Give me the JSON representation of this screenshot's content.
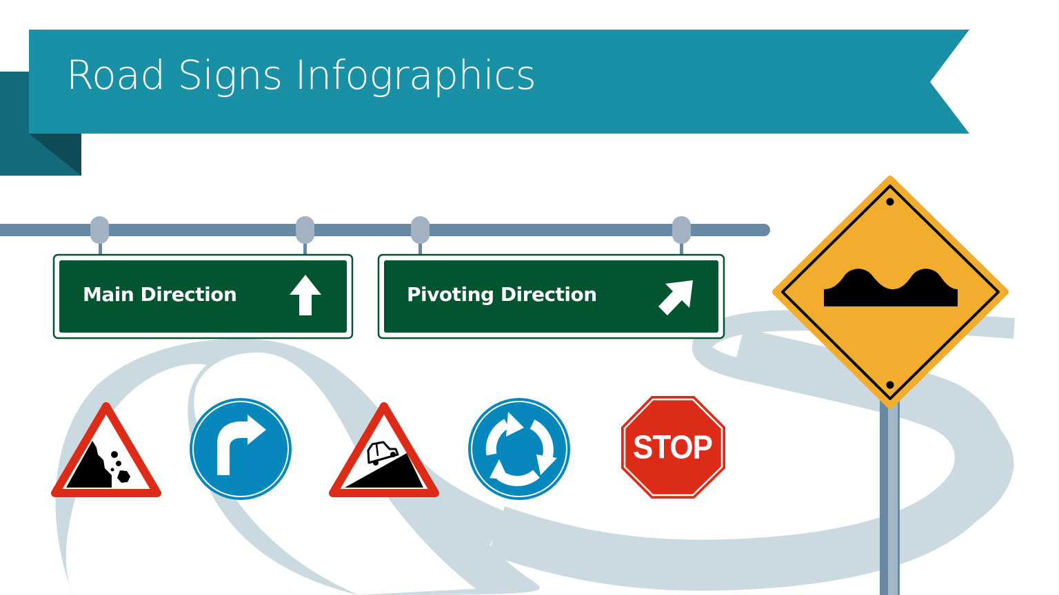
{
  "title": "Road Signs Infographics",
  "colors": {
    "banner": "#1a90a7",
    "banner_back": "#136a7a",
    "banner_fold": "#0f4b56",
    "road": "#cbd9e1",
    "gantry_bar": "#6889a3",
    "hanger": "#a3b2c2",
    "direction_sign_green": "#03552f",
    "warning_red": "#dc2b16",
    "mandatory_blue": "#0788bd",
    "caution_yellow": "#f2ad2e",
    "pole_dark": "#6889a3",
    "pole_light": "#a3b8c7"
  },
  "gantry": {
    "signs": [
      {
        "label": "Main Direction",
        "arrow": "arrow-up-icon"
      },
      {
        "label": "Pivoting Direction",
        "arrow": "arrow-up-right-icon"
      }
    ]
  },
  "signs": [
    {
      "name": "falling-rocks",
      "shape": "triangle",
      "icon": "falling-rocks-icon"
    },
    {
      "name": "turn-right",
      "shape": "circle",
      "icon": "turn-right-arrow-icon"
    },
    {
      "name": "steep-hill",
      "shape": "triangle",
      "icon": "car-on-slope-icon"
    },
    {
      "name": "roundabout",
      "shape": "circle",
      "icon": "roundabout-arrows-icon"
    },
    {
      "name": "stop",
      "shape": "octagon",
      "text": "STOP"
    },
    {
      "name": "bumpy-road",
      "shape": "diamond",
      "icon": "bumps-icon"
    }
  ]
}
